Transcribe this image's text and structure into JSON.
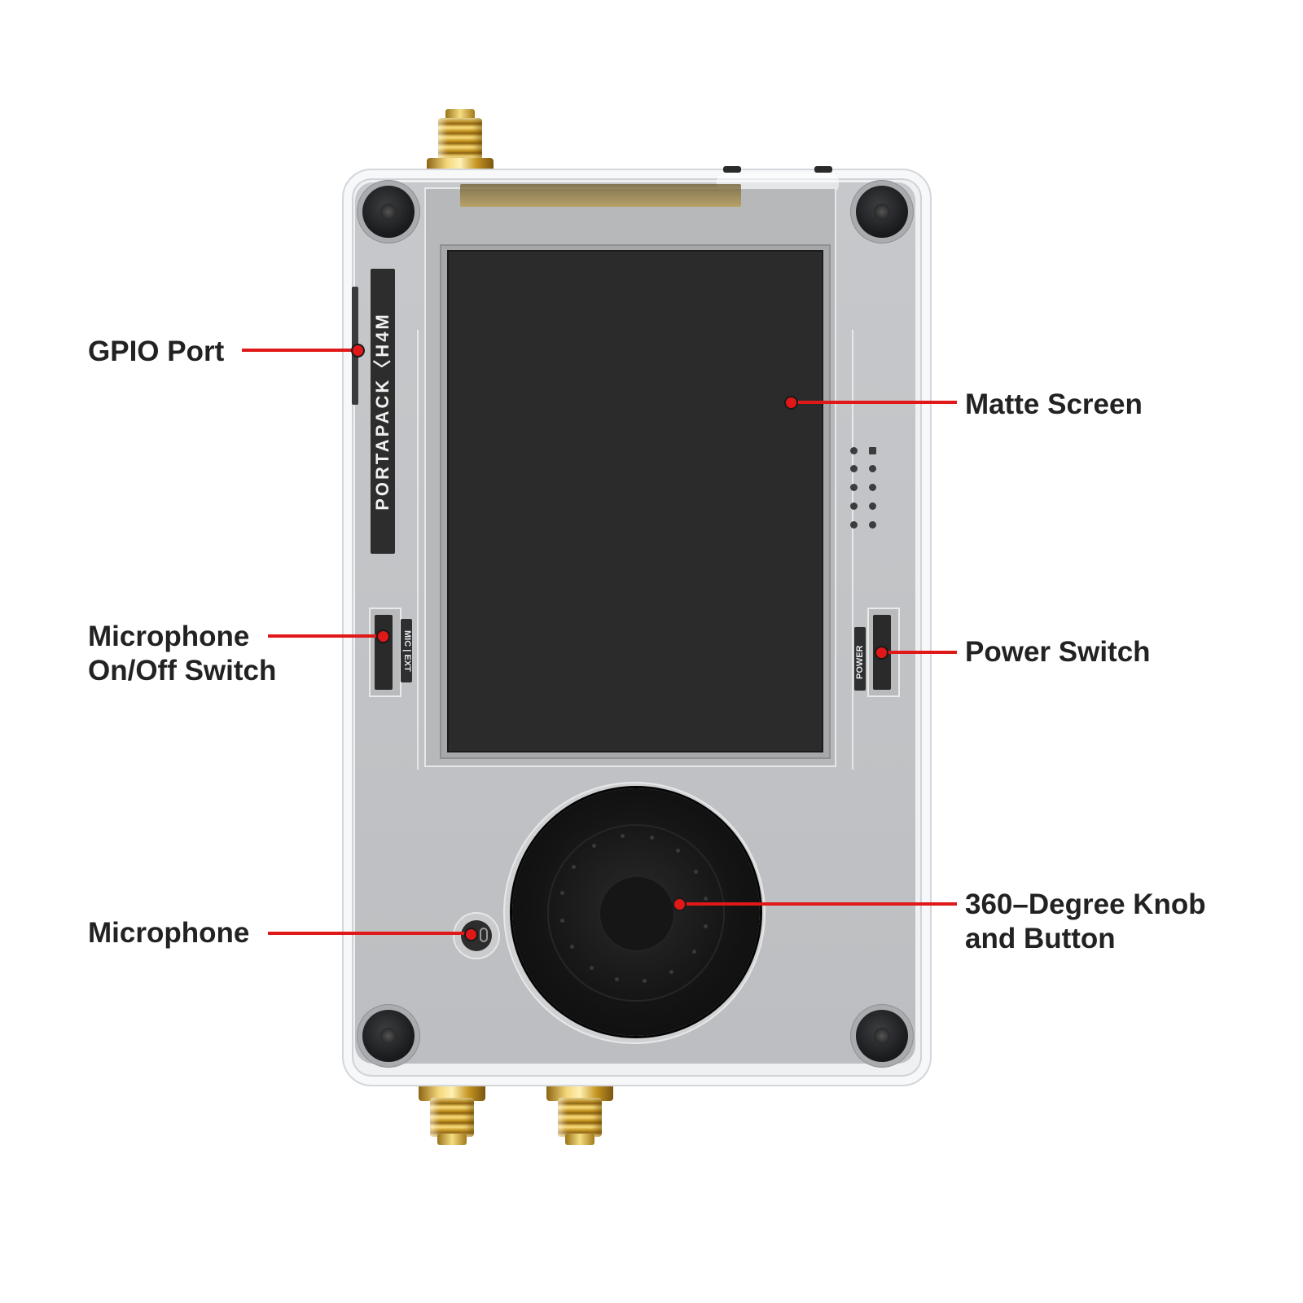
{
  "device": {
    "brand_label": "PORTAPACK〈H4M",
    "mic_switch_label": "MIC | EXT",
    "power_switch_label": "POWER"
  },
  "callouts": {
    "gpio": "GPIO Port",
    "screen": "Matte Screen",
    "mic_switch_line1": "Microphone",
    "mic_switch_line2": "On/Off Switch",
    "power": "Power Switch",
    "microphone": "Microphone",
    "knob_line1": "360–Degree Knob",
    "knob_line2": "and Button"
  },
  "colors": {
    "callout_line": "#e01818",
    "label_text": "#222222",
    "case": "#bdbfc2",
    "screen": "#2b2b2b",
    "connector_gold": "#d4a836"
  }
}
